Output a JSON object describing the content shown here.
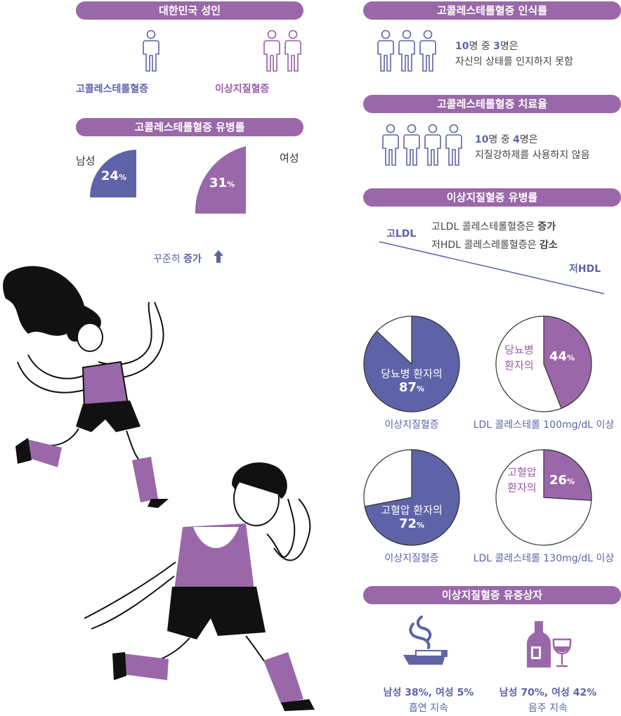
{
  "left": {
    "adult_header": "대한민국 성인",
    "chol_label": "고콜레스테롤혈증",
    "dys_label": "이상지질혈증",
    "prev_header": "고콜레스테롤혈증 유병률",
    "male_label": "남성",
    "male_value": "24",
    "female_label": "여성",
    "female_value": "31",
    "pct": "%",
    "trend_prefix": "꾸준히 ",
    "trend_bold": "증가"
  },
  "right": {
    "aware_header": "고콜레스테롤혈증 인식률",
    "aware_line1_num1": "10",
    "aware_line1_mid": "명 중 ",
    "aware_line1_num2": "3",
    "aware_line1_end": "명은",
    "aware_line2": "자신의 상태를 인지하지 못함",
    "treat_header": "고콜레스테롤혈증 치료율",
    "treat_line1_num1": "10",
    "treat_line1_mid": "명 중 ",
    "treat_line1_num2": "4",
    "treat_line1_end": "명은",
    "treat_line2": "지질강하제를 사용하지 않음",
    "dys_header": "이상지질혈증 유병률",
    "high_ldl": "고LDL",
    "low_hdl": "저HDL",
    "trend1_text": "고LDL 콜레스테롤혈증은 ",
    "trend1_bold": "증가",
    "trend2_text": "저HDL 콜레스레롤혈증은 ",
    "trend2_bold": "감소",
    "pies": [
      {
        "label": "당뇨병 환자의",
        "value": "87",
        "value_num": 87,
        "caption": "이상지질혈증"
      },
      {
        "label": "당뇨병\n환자의",
        "value": "44",
        "value_num": 44,
        "caption": "LDL 콜레스테롤 100mg/dL 이상"
      },
      {
        "label": "고혈압 환자의",
        "value": "72",
        "value_num": 72,
        "caption": "이상지질혈증"
      },
      {
        "label": "고혈압\n환자의",
        "value": "26",
        "value_num": 26,
        "caption": "LDL 콜레스테롤 130mg/dL 이상"
      }
    ],
    "pct": "%",
    "persist_header": "이상지질혈증 유증상자",
    "smoke_line1": "남성 38%, 여성 5%",
    "smoke_line2": "흡연 지속",
    "drink_line1": "남성 70%, 여성 42%",
    "drink_line2": "음주 지속"
  },
  "colors": {
    "purple": "#9a68a8",
    "blue": "#5e63a8",
    "text": "#444444"
  },
  "icons": [
    "person-icon",
    "cigarette-icon",
    "wine-bottle-icon",
    "wine-glass-icon",
    "arrow-up-icon"
  ]
}
